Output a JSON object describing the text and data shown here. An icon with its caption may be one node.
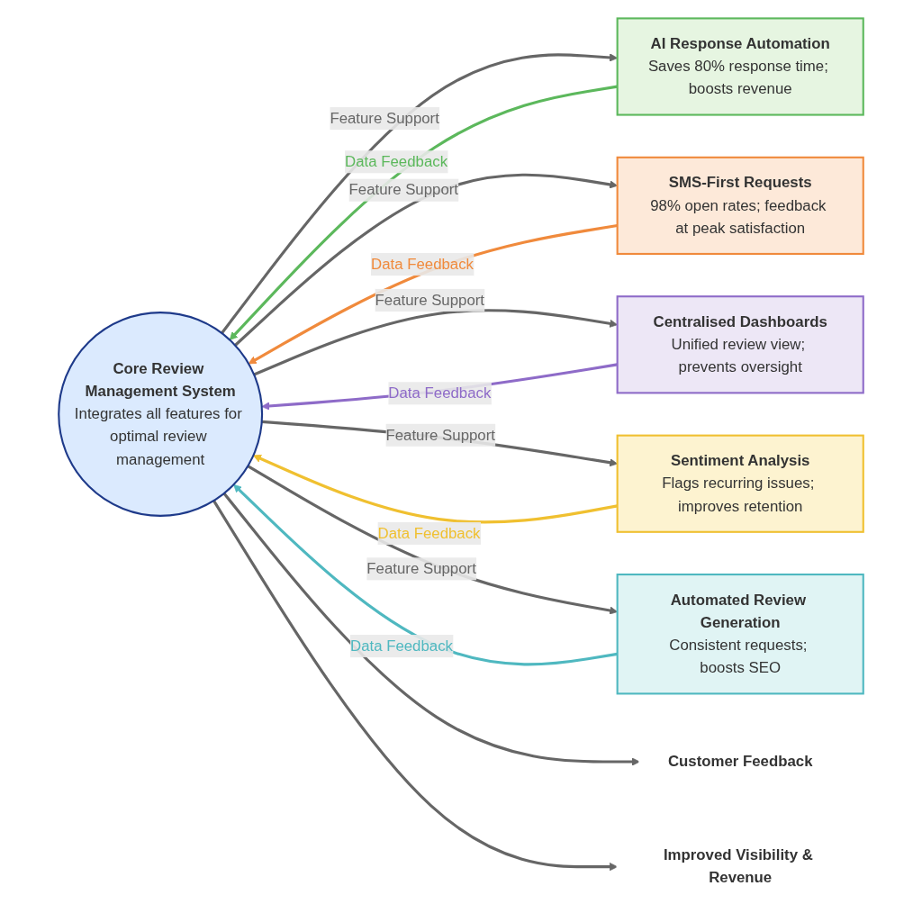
{
  "diagram": {
    "nodes": [
      {
        "text": [
          "Core Review Management System",
          "Integrates all features for optimal review management"
        ]
      },
      {
        "text": [
          "AI Response Automation",
          "Saves 80% response time; boosts revenue"
        ]
      },
      {
        "text": [
          "SMS-First Requests",
          "98% open rates; feedback at peak satisfaction"
        ]
      },
      {
        "text": [
          "Centralised Dashboards",
          "Unified review view; prevents oversight"
        ]
      },
      {
        "text": [
          "Sentiment Analysis",
          "Flags recurring issues; improves retention"
        ]
      },
      {
        "text": [
          "Automated Review Generation",
          "Consistent requests; boosts SEO"
        ]
      },
      {
        "text": [
          "Customer Feedback"
        ]
      },
      {
        "text": [
          "Improved Visibility & Revenue"
        ]
      }
    ],
    "edges": [
      {
        "from": 0,
        "to": 1,
        "arrow": "to",
        "label": "Feature Support"
      },
      {
        "from": 1,
        "to": 0,
        "arrow": "to",
        "label": "Data Feedback",
        "color": "#5cb85c"
      },
      {
        "from": 0,
        "to": 2,
        "arrow": "to",
        "label": "Feature Support"
      },
      {
        "from": 2,
        "to": 0,
        "arrow": "to",
        "label": "Data Feedback",
        "color": "#f08a3c"
      },
      {
        "from": 0,
        "to": 3,
        "arrow": "to",
        "label": "Feature Support"
      },
      {
        "from": 3,
        "to": 0,
        "arrow": "to",
        "label": "Data Feedback",
        "color": "#8e6bc8"
      },
      {
        "from": 0,
        "to": 4,
        "arrow": "to",
        "label": "Feature Support"
      },
      {
        "from": 4,
        "to": 0,
        "arrow": "to",
        "label": "Data Feedback",
        "color": "#f0c030"
      },
      {
        "from": 0,
        "to": 5,
        "arrow": "to",
        "label": "Feature Support"
      },
      {
        "from": 5,
        "to": 0,
        "arrow": "to",
        "label": "Data Feedback",
        "color": "#4fb8c0"
      },
      {
        "from": 0,
        "to": 6,
        "arrow": "to"
      },
      {
        "from": 0,
        "to": 7,
        "arrow": "to"
      }
    ]
  }
}
